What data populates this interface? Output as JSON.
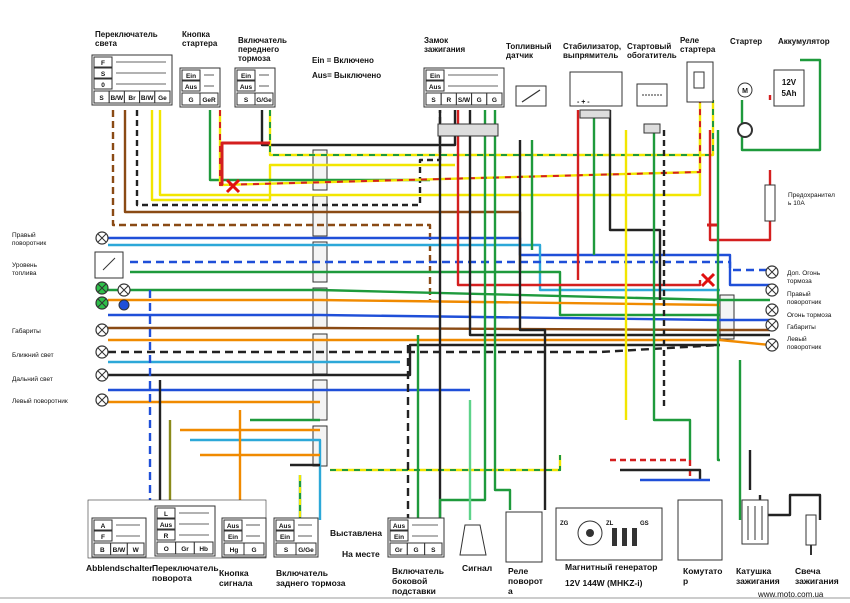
{
  "legend": {
    "on": "Ein = Включено",
    "off": "Aus= Выключено"
  },
  "top_labels": {
    "light_switch": "Переключатель\nсвета",
    "starter_button": "Кнопка\nстартера",
    "front_brake": "Включатель\nпереднего\nтормоза",
    "ignition": "Замок\nзажигания",
    "fuel_sensor": "Топливный\nдатчик",
    "stabilizer": "Стабилизатор,\nвыпрямитель",
    "choke": "Стартовый\nобогатитель",
    "starter_relay": "Реле\nстартера",
    "starter": "Стартер",
    "battery": "Аккумулятор"
  },
  "left_labels": {
    "right_turn": "Правый\nповоротник",
    "fuel_level": "Уровень\nтоплива",
    "position": "Габариты",
    "low_beam": "Ближний свет",
    "high_beam": "Дальний свет",
    "left_turn": "Левый поворотник"
  },
  "right_labels": {
    "brake_light": "Доп. Огонь\nтормоза",
    "right_turn": "Правый\nповоротник",
    "stop_light": "Огонь тормоза",
    "position": "Габариты",
    "left_turn": "Левый\nповоротник"
  },
  "fuse_label": "Предохранител\nь 10А",
  "battery": {
    "voltage": "12V",
    "capacity": "5Ah"
  },
  "bottom_labels": {
    "dimmer": "Abblendschalter",
    "turn_switch": "Переключатель\nповорота",
    "horn_button": "Кнопка\nсигнала",
    "rear_brake": "Включатель\nзаднего тормоза",
    "side_stand": "Включатель\nбоковой\nподставки",
    "horn": "Сигнал",
    "turn_relay": "Реле\nповорот\nа",
    "generator": "Магнитный генератор",
    "generator_spec": "12V 144W (MHKZ-i)",
    "cdi": "Комутато\nр",
    "coil": "Катушка\nзажигания",
    "spark_plug": "Свеча\nзажигания"
  },
  "stand_states": {
    "deployed": "Выставлена",
    "folded": "На месте"
  },
  "watermark": "www.moto.com.ua",
  "switch_marks": {
    "light": [
      "F",
      "S",
      "0"
    ],
    "light_cols": [
      "S",
      "B/W",
      "Br",
      "B/W",
      "Ge"
    ],
    "starter": [
      "Ein",
      "Aus"
    ],
    "starter_cols": [
      "G",
      "GeR"
    ],
    "front_brake": [
      "Ein",
      "Aus"
    ],
    "front_brake_cols": [
      "S",
      "G/Ge"
    ],
    "ignition": [
      "Ein",
      "Aus"
    ],
    "ignition_cols": [
      "S",
      "R",
      "S/W",
      "G",
      "G"
    ],
    "dimmer": [
      "A",
      "F"
    ],
    "dimmer_cols": [
      "B",
      "B/W",
      "W"
    ],
    "turn": [
      "L",
      "Aus",
      "R"
    ],
    "turn_cols": [
      "O",
      "Gr",
      "Hb"
    ],
    "horn": [
      "Aus",
      "Ein"
    ],
    "horn_cols": [
      "Hg",
      "G"
    ],
    "rear_brake": [
      "Aus",
      "Ein"
    ],
    "rear_brake_cols": [
      "S",
      "G/Ge"
    ],
    "stand": [
      "Aus",
      "Ein"
    ],
    "stand_cols": [
      "Gr",
      "G",
      "S"
    ]
  },
  "gen_marks": [
    "ZG",
    "ZL",
    "GS"
  ],
  "stator_marks": [
    "-",
    "+",
    "-"
  ],
  "colors": {
    "yellow": "#f2e600",
    "green": "#1e9a3c",
    "blue": "#1f4fd8",
    "red": "#d41f1f",
    "brown": "#8a4a14",
    "orange": "#f08a00",
    "black": "#222222",
    "lightblue": "#2ca8d8",
    "lightgreen": "#5ed38a",
    "olive": "#8a8a1a",
    "pink": "#e06080",
    "fault_marker": "#e01010"
  }
}
